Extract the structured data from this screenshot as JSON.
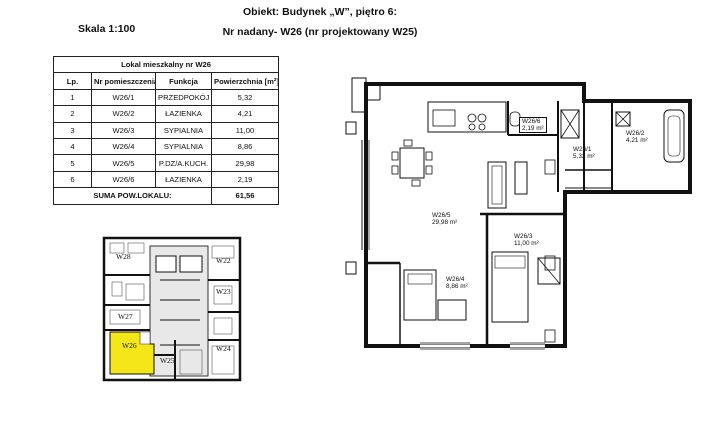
{
  "header": {
    "line1": "Obiekt: Budynek „W”, piętro 6:",
    "line2": "Nr nadany- W26 (nr projektowany W25)",
    "scale": "Skala 1:100"
  },
  "table": {
    "caption": "Lokal mieszkalny nr W26",
    "columns": [
      "Lp.",
      "Nr pomieszczenia",
      "Funkcja",
      "Powierzchnia [m²]"
    ],
    "rows": [
      [
        "1",
        "W26/1",
        "PRZEDPOKÓJ",
        "5,32"
      ],
      [
        "2",
        "W26/2",
        "ŁAZIENKA",
        "4,21"
      ],
      [
        "3",
        "W26/3",
        "SYPIALNIA",
        "11,00"
      ],
      [
        "4",
        "W26/4",
        "SYPIALNIA",
        "8,86"
      ],
      [
        "5",
        "W26/5",
        "P.DZ/A.KUCH.",
        "29,98"
      ],
      [
        "6",
        "W26/6",
        "ŁAZIENKA",
        "2,19"
      ]
    ],
    "sum_label": "SUMA POW.LOKALU:",
    "sum_value": "61,56"
  },
  "key_plan": {
    "units": [
      "W28",
      "W22",
      "W23",
      "W27",
      "W26",
      "W25",
      "W24"
    ],
    "highlight_color": "#f5e61a"
  },
  "floor_plan": {
    "rooms": [
      {
        "id": "W26/6",
        "area": "2,19 m²"
      },
      {
        "id": "W26/1",
        "area": "5,32 m²"
      },
      {
        "id": "W26/2",
        "area": "4,21 m²"
      },
      {
        "id": "W26/5",
        "area": "29,98 m²"
      },
      {
        "id": "W26/3",
        "area": "11,00 m²"
      },
      {
        "id": "W26/4",
        "area": "8,86 m²"
      }
    ]
  }
}
